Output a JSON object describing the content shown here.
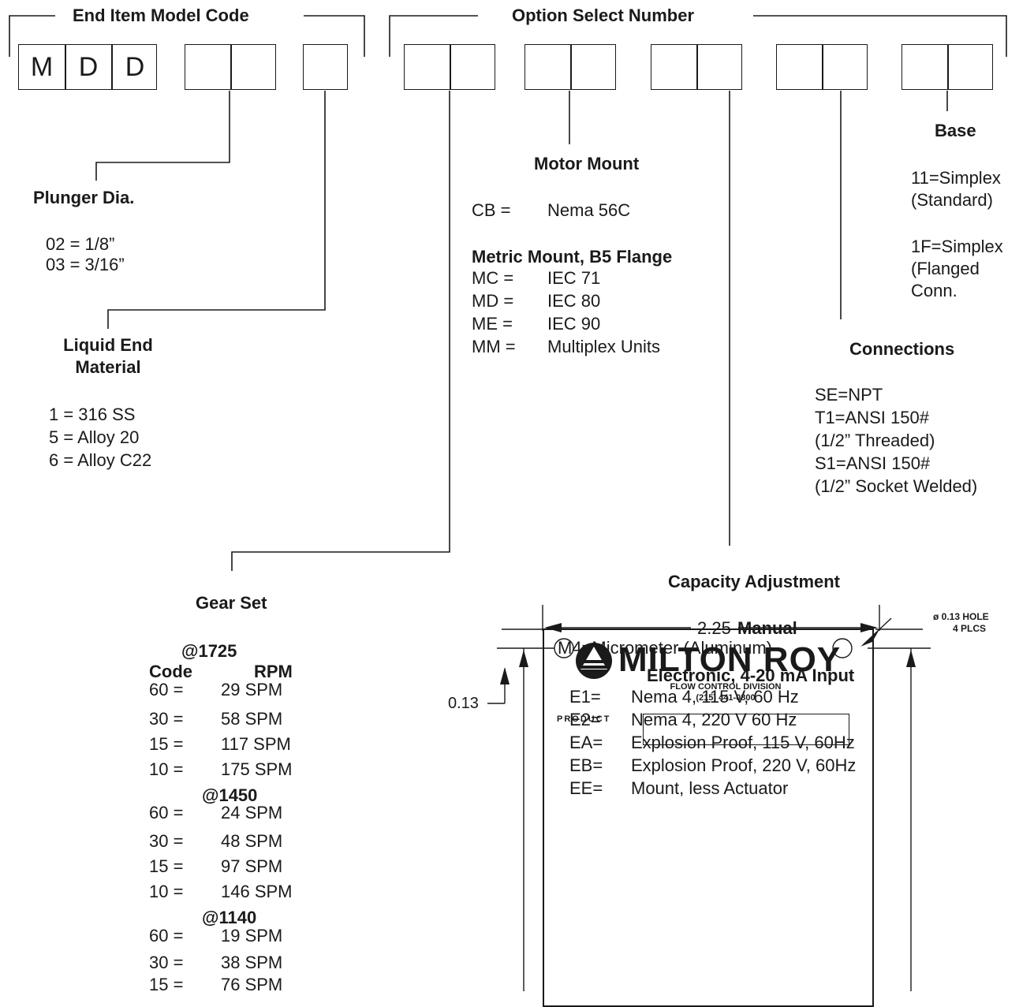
{
  "header": {
    "end_item_title": "End Item Model Code",
    "option_select_title": "Option Select Number",
    "model_letters": [
      "M",
      "D",
      "D"
    ]
  },
  "plunger": {
    "title": "Plunger Dia.",
    "items": [
      "02 = 1/8”",
      "03 = 3/16”"
    ]
  },
  "liquid_end": {
    "title_line1": "Liquid End",
    "title_line2": "Material",
    "items": [
      "1 = 316 SS",
      "5 = Alloy 20",
      "6 = Alloy C22"
    ]
  },
  "motor_mount": {
    "title": "Motor Mount",
    "cb_code": "CB =",
    "cb_value": "Nema 56C",
    "metric_title": "Metric Mount, B5 Flange",
    "rows": [
      {
        "code": "MC =",
        "value": "IEC 71"
      },
      {
        "code": "MD =",
        "value": "IEC 80"
      },
      {
        "code": "ME =",
        "value": "IEC 90"
      },
      {
        "code": "MM =",
        "value": "Multiplex Units"
      }
    ]
  },
  "base": {
    "title": "Base",
    "lines": [
      "11=Simplex",
      "(Standard)",
      "1F=Simplex",
      "(Flanged",
      "Conn."
    ]
  },
  "connections": {
    "title": "Connections",
    "lines": [
      "SE=NPT",
      "T1=ANSI 150#",
      "(1/2” Threaded)",
      "S1=ANSI 150#",
      "(1/2” Socket Welded)"
    ]
  },
  "gear_set": {
    "title": "Gear Set",
    "code_header": "Code",
    "rpm_header": "RPM",
    "groups": [
      {
        "speed": "@1725",
        "rows": [
          {
            "code": "60 =",
            "spm": "29 SPM"
          },
          {
            "code": "30 =",
            "spm": "58 SPM"
          },
          {
            "code": "15 =",
            "spm": "117 SPM"
          },
          {
            "code": "10 =",
            "spm": "175 SPM"
          }
        ]
      },
      {
        "speed": "@1450",
        "rows": [
          {
            "code": "60 =",
            "spm": "24 SPM"
          },
          {
            "code": "30 =",
            "spm": "48 SPM"
          },
          {
            "code": "15 =",
            "spm": "97 SPM"
          },
          {
            "code": "10 =",
            "spm": "146 SPM"
          }
        ]
      },
      {
        "speed": "@1140",
        "rows": [
          {
            "code": "60 =",
            "spm": "19 SPM"
          },
          {
            "code": "30 =",
            "spm": "38 SPM"
          },
          {
            "code": "15 =",
            "spm": "76 SPM"
          }
        ]
      }
    ]
  },
  "capacity": {
    "title": "Capacity Adjustment",
    "manual_title": "Manual",
    "manual_item": "M4=Micrometer (Aluminum)",
    "electronic_title": "Electronic, 4-20 mA Input",
    "rows": [
      {
        "code": "E1=",
        "value": "Nema 4, 115 V, 60 Hz"
      },
      {
        "code": "E2=",
        "value": "Nema 4, 220 V 60 Hz"
      },
      {
        "code": "EA=",
        "value": "Explosion Proof, 115 V, 60Hz"
      },
      {
        "code": "EB=",
        "value": "Explosion Proof, 220 V, 60Hz"
      },
      {
        "code": "EE=",
        "value": "Mount, less Actuator"
      }
    ]
  },
  "nameplate": {
    "width_dim": "2.25",
    "offset_dim": "0.13",
    "hole_note_line1": "ø 0.13 HOLE",
    "hole_note_line2": "4 PLCS",
    "brand": "MILTON ROY",
    "division": "FLOW CONTROL DIVISION",
    "phone": "(215) 441-0800",
    "product_label": "PRODUCT"
  }
}
